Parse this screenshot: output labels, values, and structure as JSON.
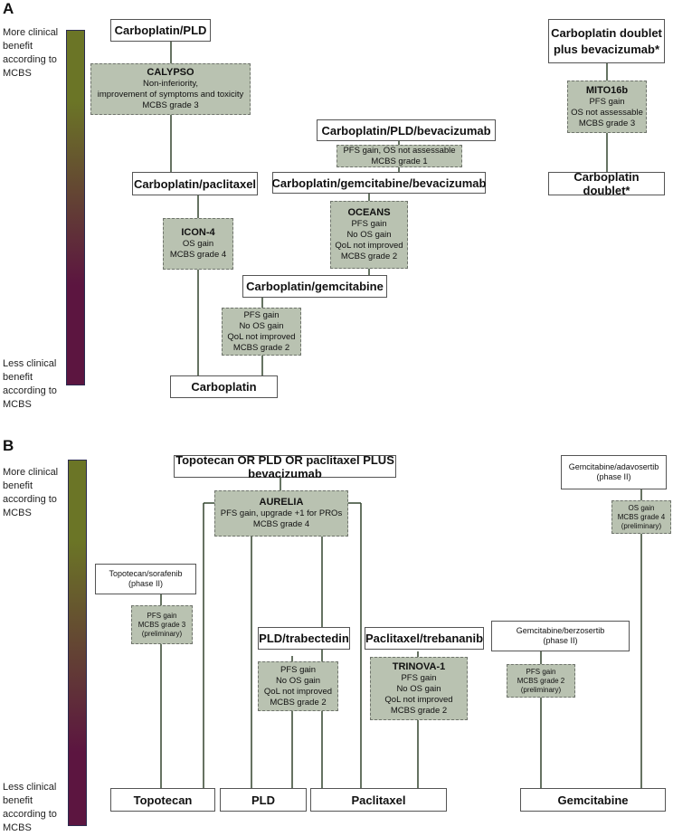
{
  "panelA": {
    "label": "A",
    "side_top": [
      "More clinical",
      "benefit",
      "according to",
      "MCBS"
    ],
    "side_bottom": [
      "Less clinical",
      "benefit",
      "according to",
      "MCBS"
    ],
    "gradient": [
      "#6b7526",
      "#5c1540"
    ],
    "regimens": {
      "carbo_pld": "Carboplatin/PLD",
      "carbo_pacli": "Carboplatin/paclitaxel",
      "carbo": "Carboplatin",
      "carbo_pld_bev": "Carboplatin/PLD/bevacizumab",
      "carbo_gem_bev": "Carboplatin/gemcitabine/bevacizumab",
      "carbo_gem": "Carboplatin/gemcitabine",
      "doublet_bev": [
        "Carboplatin doublet",
        "plus bevacizumab*"
      ],
      "doublet": "Carboplatin doublet*"
    },
    "trials": {
      "calypso": {
        "name": "CALYPSO",
        "lines": [
          "Non-inferiority,",
          "improvement of symptoms and toxicity",
          "MCBS grade 3"
        ]
      },
      "icon4": {
        "name": "ICON-4",
        "lines": [
          "OS gain",
          "MCBS grade 4"
        ]
      },
      "pfs_os_na": {
        "lines": [
          "PFS gain, OS not assessable",
          "MCBS grade 1"
        ]
      },
      "oceans": {
        "name": "OCEANS",
        "lines": [
          "PFS gain",
          "No OS gain",
          "QoL not improved",
          "MCBS grade 2"
        ]
      },
      "gem_trial": {
        "lines": [
          "PFS gain",
          "No OS gain",
          "QoL not improved",
          "MCBS grade 2"
        ]
      },
      "mito16b": {
        "name": "MITO16b",
        "lines": [
          "PFS gain",
          "OS not assessable",
          "MCBS grade 3"
        ]
      }
    }
  },
  "panelB": {
    "label": "B",
    "side_top": [
      "More clinical",
      "benefit",
      "according to",
      "MCBS"
    ],
    "side_bottom": [
      "Less clinical",
      "benefit",
      "according to",
      "MCBS"
    ],
    "gradient": [
      "#6b7526",
      "#5c1540"
    ],
    "regimens": {
      "top_bev": "Topotecan OR PLD OR paclitaxel PLUS bevacizumab",
      "topo_sora": [
        "Topotecan/sorafenib",
        "(phase II)"
      ],
      "pld_trab": "PLD/trabectedin",
      "pacli_treb": "Paclitaxel/trebananib",
      "gem_adavo": [
        "Gemcitabine/adavosertib",
        "(phase II)"
      ],
      "gem_berzo": [
        "Gemcitabine/berzosertib",
        "(phase II)"
      ],
      "topotecan": "Topotecan",
      "pld": "PLD",
      "paclitaxel": "Paclitaxel",
      "gemcitabine": "Gemcitabine"
    },
    "trials": {
      "aurelia": {
        "name": "AURELIA",
        "lines": [
          "PFS gain, upgrade +1 for PROs",
          "MCBS grade 4"
        ]
      },
      "sora_trial": {
        "lines": [
          "PFS gain",
          "MCBS grade 3",
          "(preliminary)"
        ]
      },
      "trab_trial": {
        "lines": [
          "PFS gain",
          "No OS gain",
          "QoL not improved",
          "MCBS grade 2"
        ]
      },
      "trinova": {
        "name": "TRINOVA-1",
        "lines": [
          "PFS gain",
          "No OS gain",
          "QoL not improved",
          "MCBS grade 2"
        ]
      },
      "berzo_trial": {
        "lines": [
          "PFS gain",
          "MCBS grade 2",
          "(preliminary)"
        ]
      },
      "adavo_trial": {
        "lines": [
          "OS gain",
          "MCBS grade 4",
          "(preliminary)"
        ]
      }
    }
  }
}
